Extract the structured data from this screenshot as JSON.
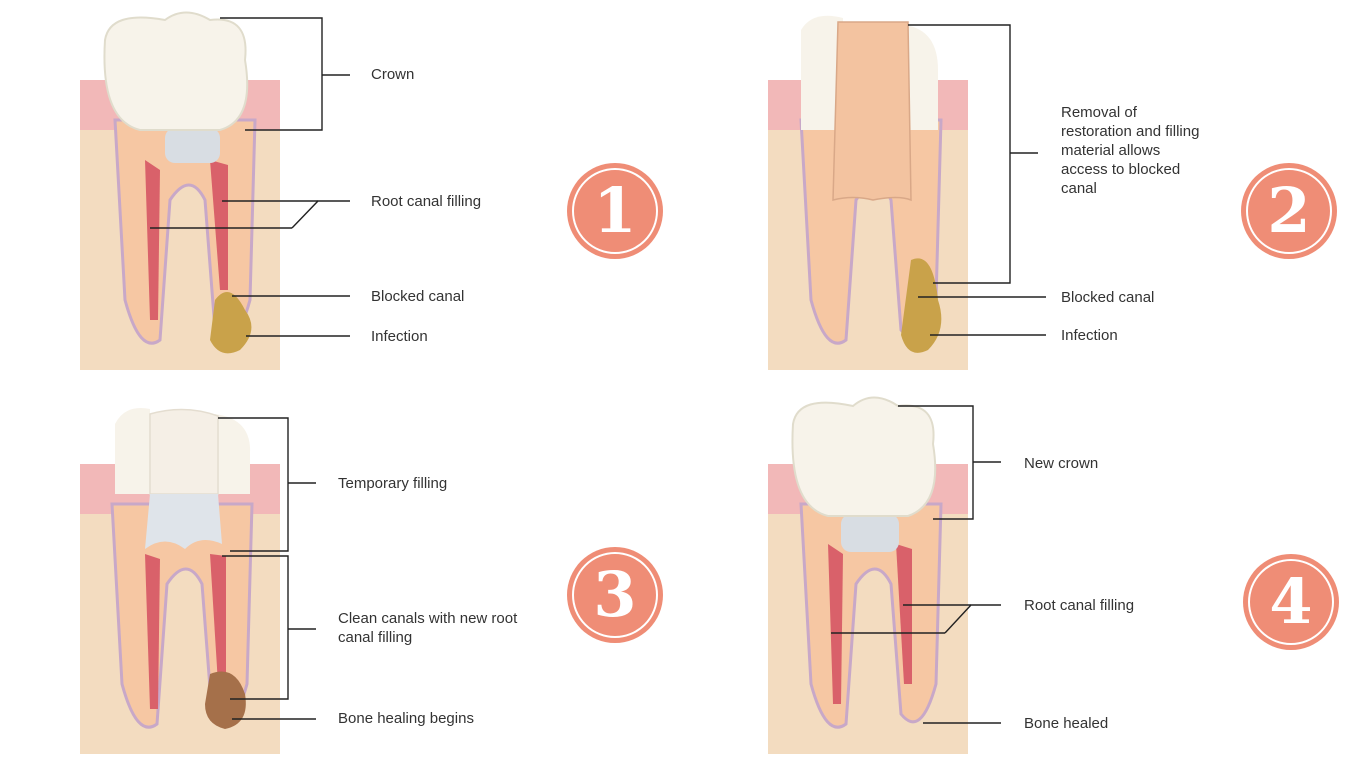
{
  "title": "Root canal retreatment steps",
  "colors": {
    "badge": "#ef8d76",
    "gum": "#f2b8b8",
    "bone": "#f3dcc0",
    "dentin": "#f6c7a3",
    "enamel": "#f7f3ea",
    "canal_filling": "#d9616a",
    "infection": "#c9a24a",
    "leader_line": "#222222"
  },
  "steps": [
    {
      "number": "1",
      "labels": [
        "Crown",
        "Root canal filling",
        "Blocked canal",
        "Infection"
      ]
    },
    {
      "number": "2",
      "labels": [
        "Removal of restoration and filling material allows access to blocked canal",
        "Blocked canal",
        "Infection"
      ]
    },
    {
      "number": "3",
      "labels": [
        "Temporary filling",
        "Clean canals with new root canal filling",
        "Bone healing begins"
      ]
    },
    {
      "number": "4",
      "labels": [
        "New crown",
        "Root canal filling",
        "Bone healed"
      ]
    }
  ]
}
